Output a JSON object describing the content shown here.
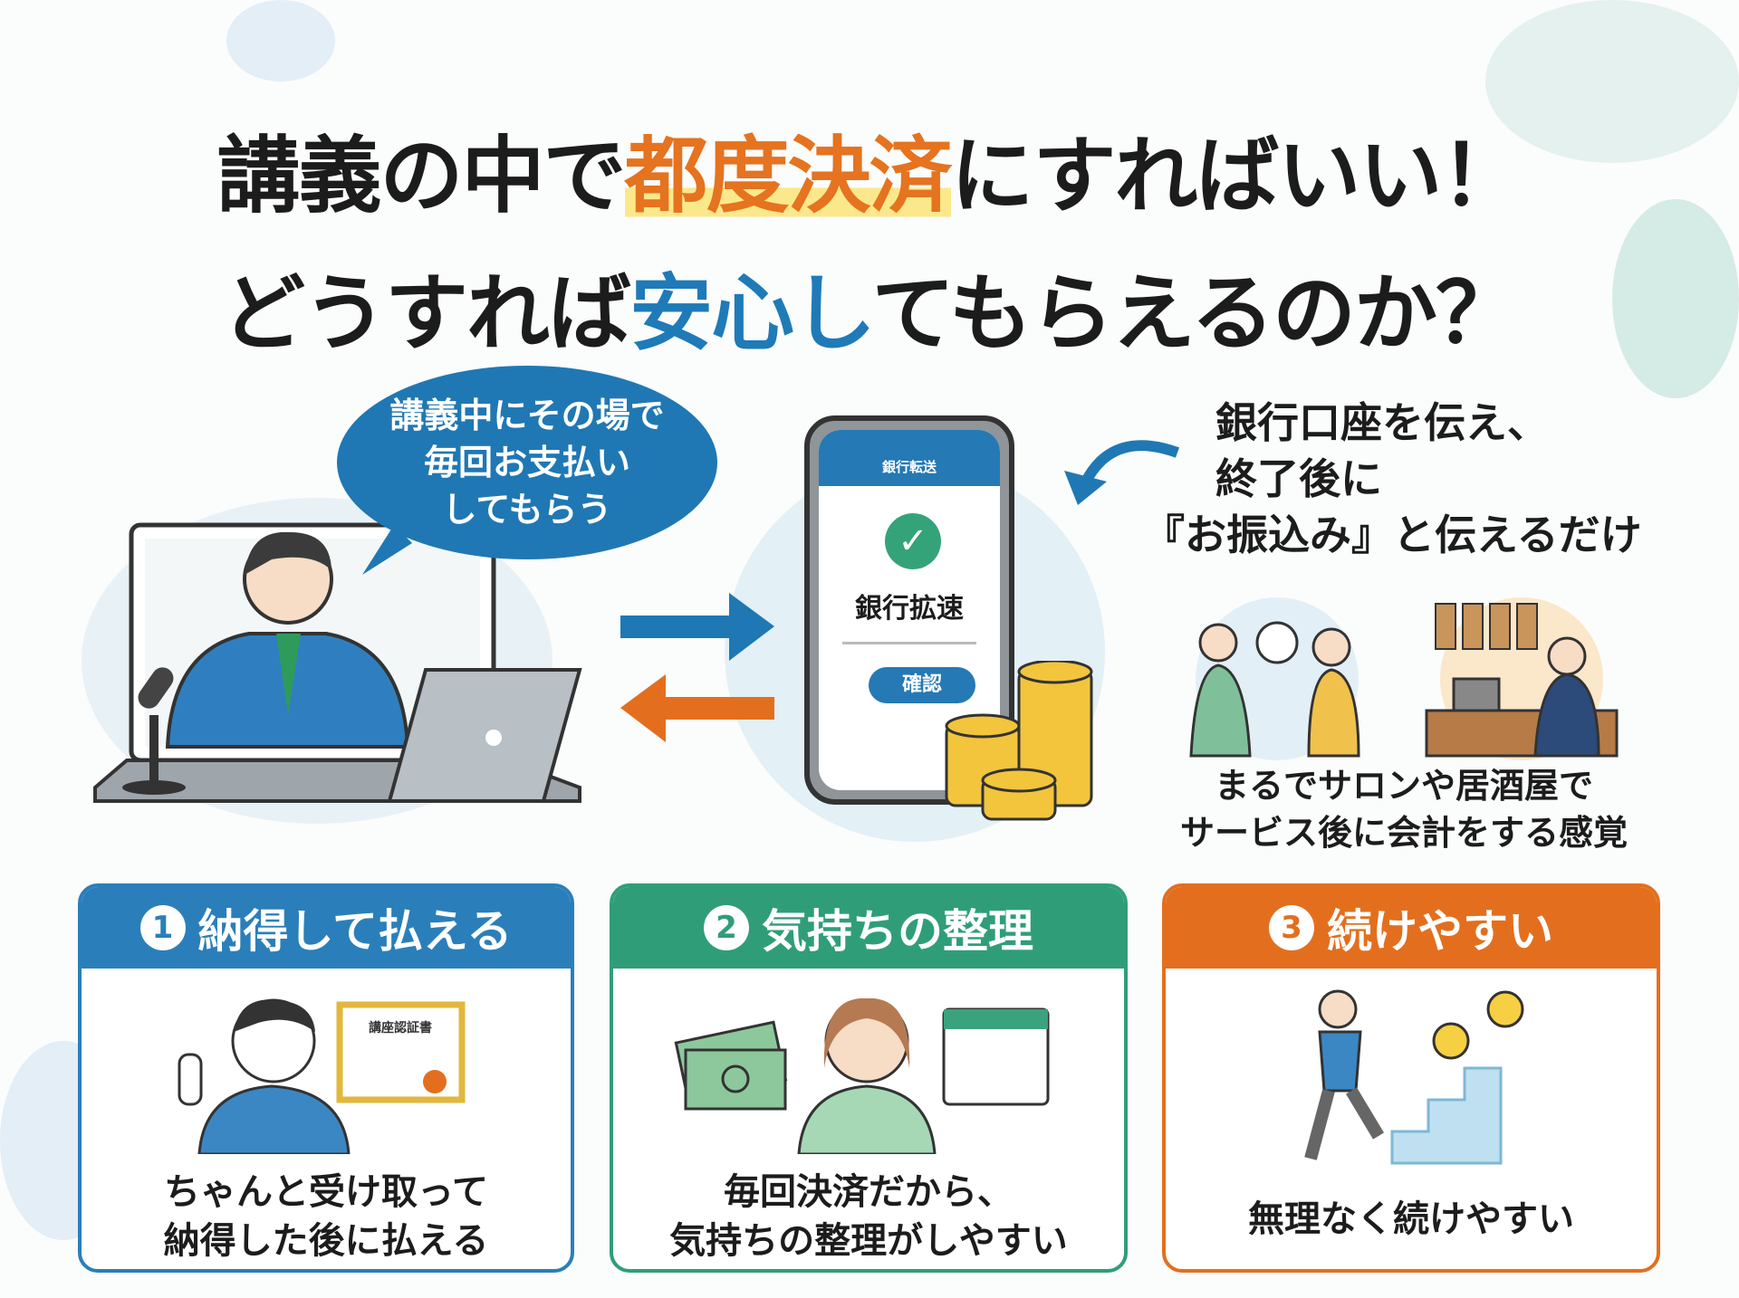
{
  "title": {
    "line1_pre": "講義の中で",
    "line1_hl": "都度決済",
    "line1_post": "にすればいい！",
    "line2_pre": "どうすれば",
    "line2_hl": "安心し",
    "line2_post": "てもらえるのか？"
  },
  "bubble": {
    "lines": [
      "講義中にその場で",
      "毎回お支払い",
      "してもらう"
    ]
  },
  "phone": {
    "header": "銀行転送",
    "main": "銀行拡速",
    "button": "確認"
  },
  "right": {
    "lines": [
      "銀行口座を伝え、",
      "終了後に",
      "『お振込み』と伝えるだけ"
    ],
    "caption": [
      "まるでサロンや居酒屋で",
      "サービス後に会計をする感覚"
    ]
  },
  "cards": [
    {
      "num": "1",
      "title": "納得して払える",
      "lines": [
        "ちゃんと受け取って",
        "納得した後に払える"
      ],
      "color": "#2a7fba",
      "certificate": "講座認証書"
    },
    {
      "num": "2",
      "title": "気持ちの整理",
      "lines": [
        "毎回決済だから、",
        "気持ちの整理がしやすい"
      ],
      "color": "#2f9e78"
    },
    {
      "num": "3",
      "title": "続けやすい",
      "lines": [
        "無理なく続けやすい"
      ],
      "color": "#e36f1e"
    }
  ]
}
